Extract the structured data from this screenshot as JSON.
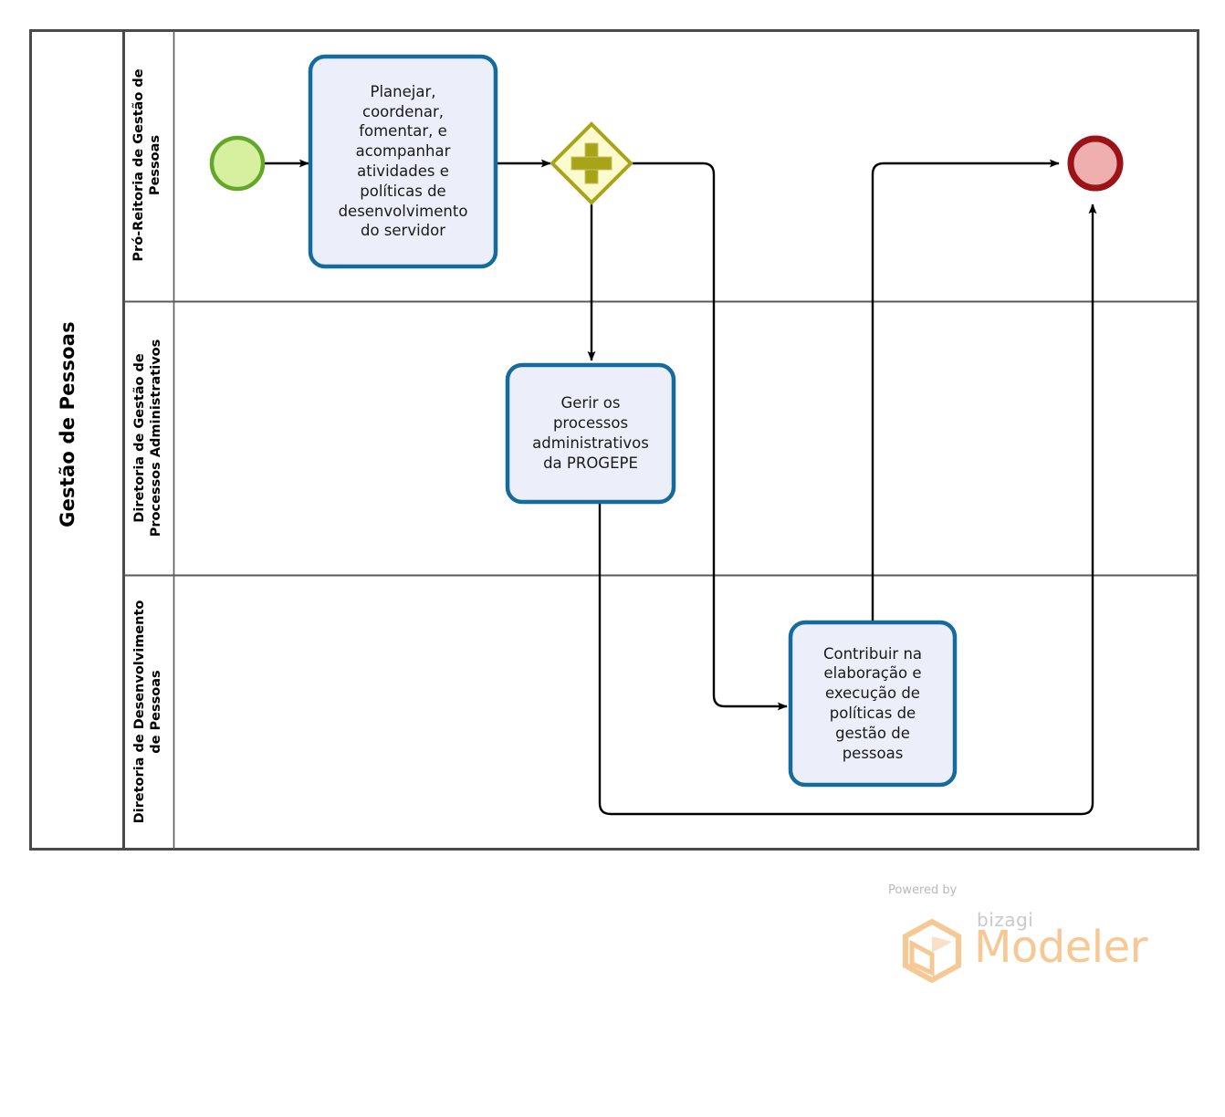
{
  "diagram": {
    "type": "bpmn-process-diagram",
    "pool": {
      "title": "Gestão de Pessoas",
      "lanes": [
        {
          "id": "lane-pro-reitoria",
          "label": "Pró-Reitoria de Gestão de\nPessoas"
        },
        {
          "id": "lane-gestao-processos",
          "label": "Diretoria de Gestão de\nProcessos Administrativos"
        },
        {
          "id": "lane-desenvolvimento",
          "label": "Diretoria de Desenvolvimento\nde Pessoas"
        }
      ]
    },
    "nodes": {
      "start_event": {
        "name": "start-event",
        "label": ""
      },
      "task_1": {
        "label": "Planejar,\ncoordenar,\nfomentar, e\nacompanhar\natividades e\npolíticas de\ndesenvolvimento\ndo servidor"
      },
      "gateway_1": {
        "name": "parallel-gateway",
        "symbol": "+",
        "label": ""
      },
      "task_2": {
        "label": "Gerir os\nprocessos\nadministrativos\nda PROGEPE"
      },
      "task_3": {
        "label": "Contribuir na\nelaboração e\nexecução de\npolíticas de\ngestão de\npessoas"
      },
      "end_event": {
        "name": "end-event",
        "label": ""
      }
    },
    "colors": {
      "pool_border": "#4a4a4a",
      "lane_border": "#5a5a5a",
      "task_border": "#156C9C",
      "task_fill": "#ECEEFA",
      "start_border": "#63A729",
      "start_fill": "#D6F0A0",
      "end_border": "#9C1317",
      "end_fill": "#EFAFAF",
      "gateway_border": "#A8A419",
      "gateway_fill": "#FCFBCF",
      "connector": "#000000",
      "watermark_orange": "#F6C894"
    }
  },
  "watermark": {
    "powered_by": "Powered by",
    "brand": "bizagi",
    "product": "Modeler"
  }
}
